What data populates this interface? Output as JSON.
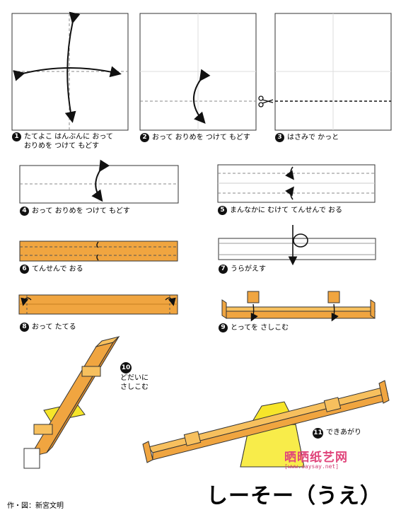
{
  "steps": [
    {
      "num": "1",
      "text": "たてよこ はんぶんに おって\nおりめを つけて もどす"
    },
    {
      "num": "2",
      "text": "おって おりめを つけて もどす"
    },
    {
      "num": "3",
      "text": "はさみで かっと"
    },
    {
      "num": "4",
      "text": "おって おりめを つけて もどす"
    },
    {
      "num": "5",
      "text": "まんなかに むけて てんせんで おる"
    },
    {
      "num": "6",
      "text": "てんせんで おる"
    },
    {
      "num": "7",
      "text": "うらがえす"
    },
    {
      "num": "8",
      "text": "おって たてる"
    },
    {
      "num": "9",
      "text": "とってを さしこむ"
    },
    {
      "num": "10",
      "text": "どだいに\nさしこむ"
    },
    {
      "num": "11",
      "text": "できあがり"
    }
  ],
  "title": "しーそー（うえ）",
  "author": "作・図：新宮文明",
  "watermark": {
    "logo": "晒晒纸艺网",
    "url": "[www.saysay.net]"
  },
  "colors": {
    "paper": "#f0a540",
    "paper_light": "#f7c05e",
    "base": "#f6e52a",
    "line": "#111111"
  }
}
